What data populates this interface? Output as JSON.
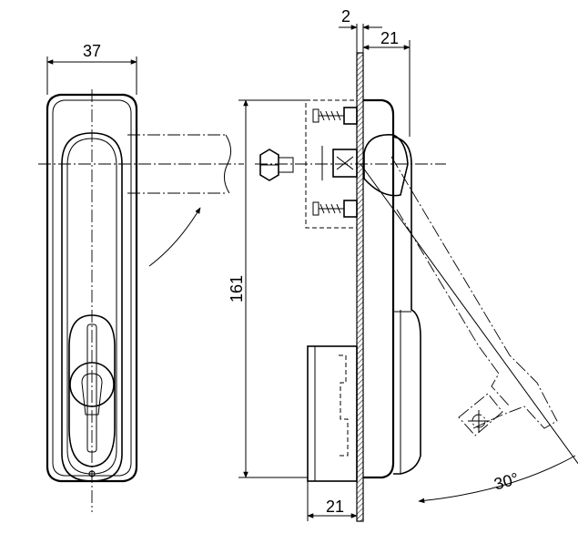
{
  "drawing": {
    "dimensions": {
      "front_width": "37",
      "panel_thickness": "2",
      "side_depth_top": "21",
      "overall_height": "161",
      "side_depth_bottom": "21",
      "swing_angle": "30°"
    }
  }
}
